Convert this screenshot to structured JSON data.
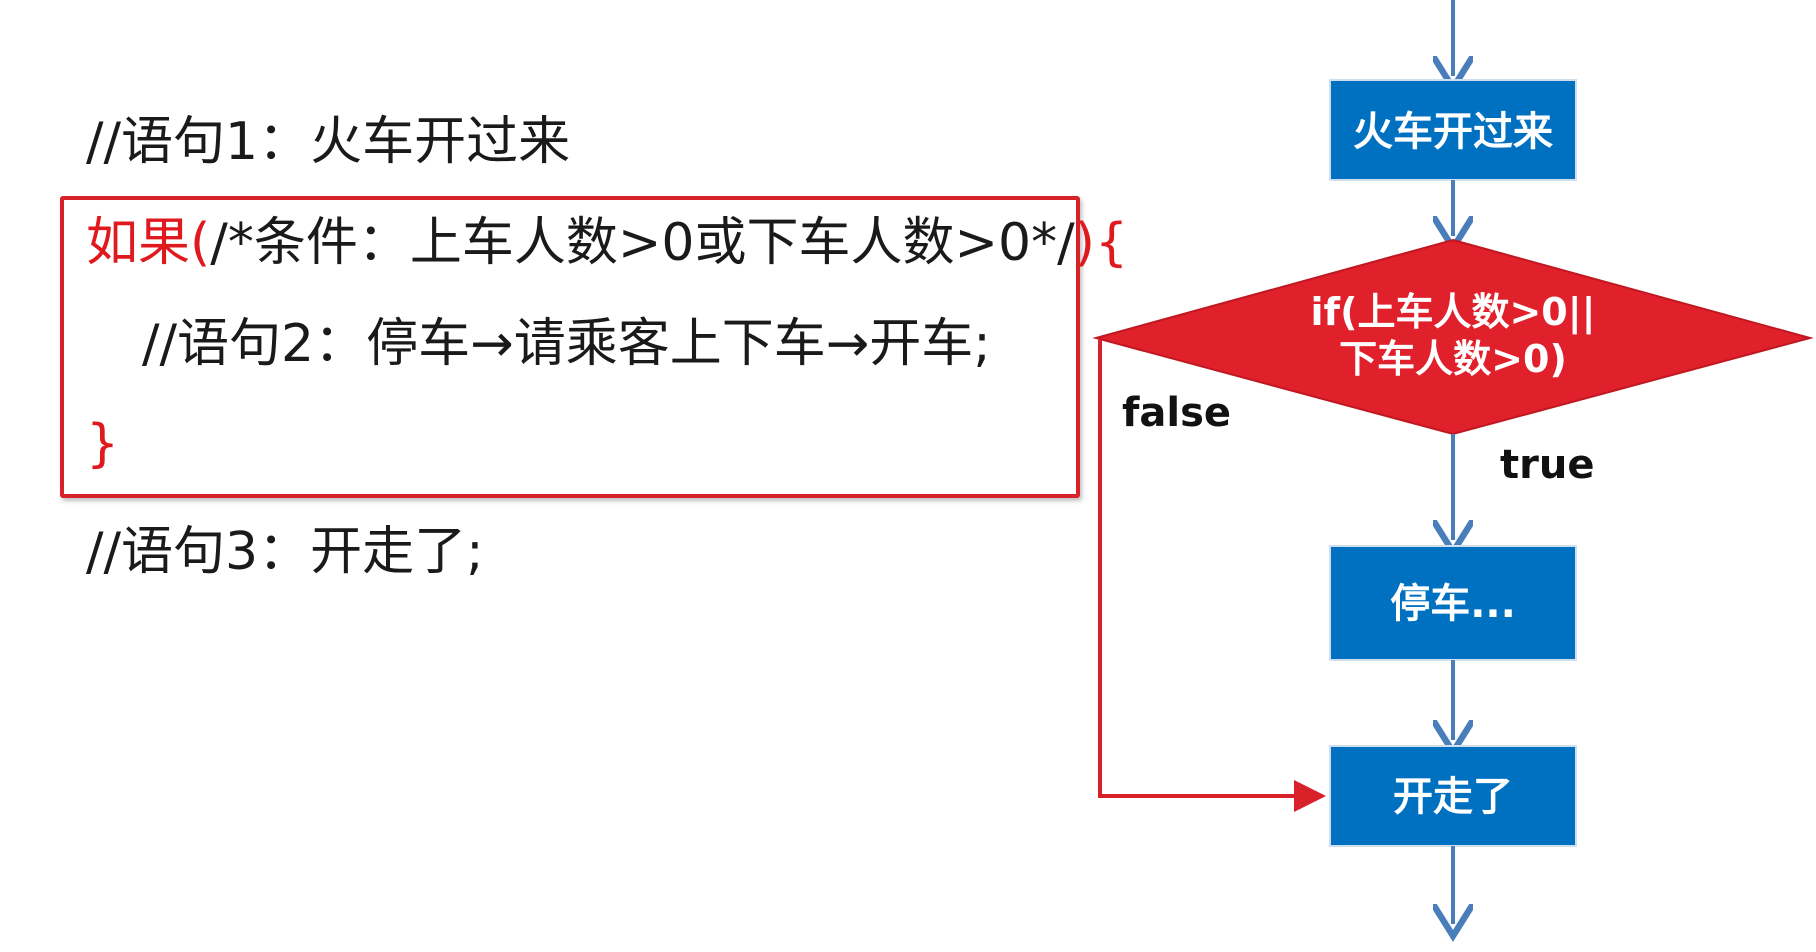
{
  "code": {
    "line1": "//语句1：火车开过来",
    "line2_keyword": "如果(",
    "line2_condition": "/*条件：上车人数>0或下车人数>0*/",
    "line2_close": "){",
    "line3": "//语句2：停车→请乘客上下车→开车;",
    "line4": "}",
    "line5": "//语句3：开走了;"
  },
  "flowchart": {
    "node_train": "火车开过来",
    "decision_line1": "if(上车人数>0||",
    "decision_line2": "下车人数>0)",
    "node_stop": "停车...",
    "node_leave": "开走了",
    "label_false": "false",
    "label_true": "true"
  },
  "colors": {
    "box_blue": "#0070c0",
    "diamond_red": "#e0202a",
    "arrow_blue": "#4a7ebb",
    "arrow_red": "#d9212a",
    "code_red": "#e0191f"
  }
}
